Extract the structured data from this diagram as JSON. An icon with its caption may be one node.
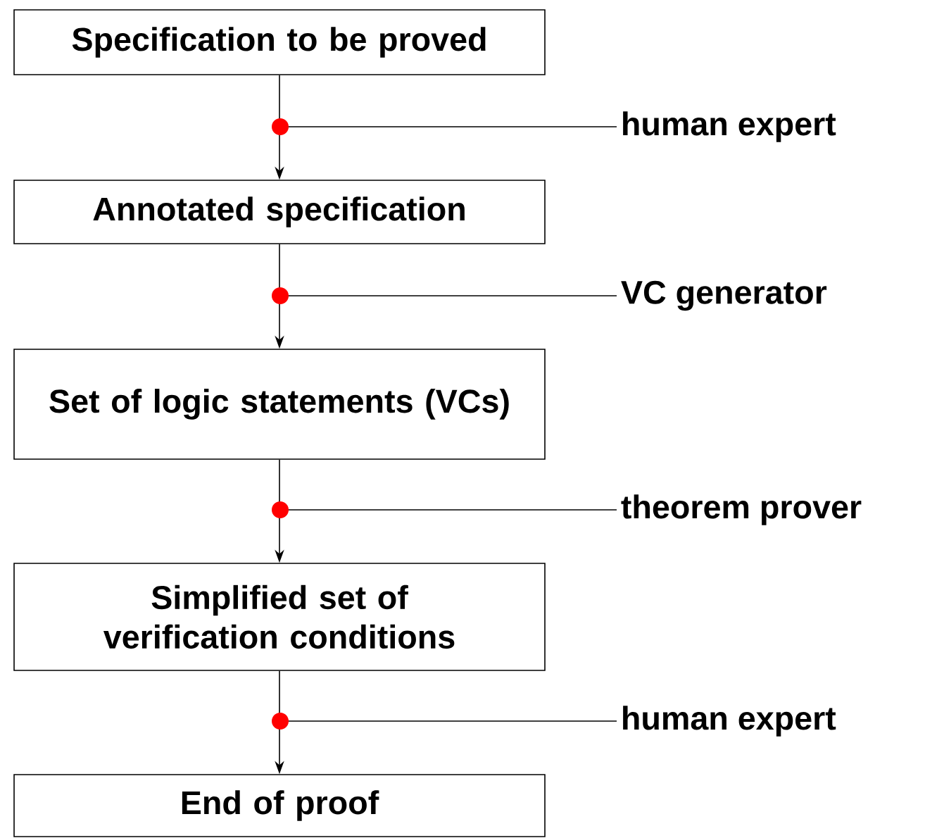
{
  "diagram": {
    "nodes": [
      {
        "text": [
          "Specification to be proved"
        ]
      },
      {
        "text": [
          "Annotated specification"
        ]
      },
      {
        "text": [
          "Set of logic statements (VCs)"
        ]
      },
      {
        "text": [
          "Simplified set of verification conditions"
        ]
      },
      {
        "text": [
          "End of proof"
        ]
      },
      {
        "text": [
          "human expert"
        ]
      },
      {
        "text": [
          "VC generator"
        ]
      },
      {
        "text": [
          "theorem prover"
        ]
      },
      {
        "text": [
          "human expert"
        ]
      }
    ],
    "edges": [
      {
        "from": 0,
        "to": 1,
        "arrow": "to"
      },
      {
        "from": 1,
        "to": 2,
        "arrow": "to"
      },
      {
        "from": 2,
        "to": 3,
        "arrow": "to"
      },
      {
        "from": 3,
        "to": 4,
        "arrow": "to"
      },
      {
        "from": 5,
        "to": null,
        "arrow": "other"
      },
      {
        "from": 6,
        "to": null,
        "arrow": "other"
      },
      {
        "from": 7,
        "to": null,
        "arrow": "other"
      },
      {
        "from": 8,
        "to": null,
        "arrow": "other"
      }
    ]
  }
}
